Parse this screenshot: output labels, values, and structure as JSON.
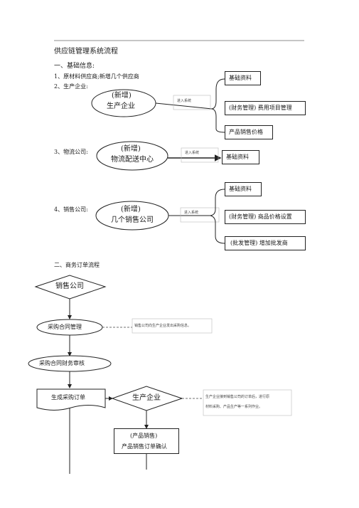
{
  "title": "供应链管理系统流程",
  "section1": {
    "heading": "一、基础信息:",
    "items": [
      "1、原材料供应商;新增几个供应商",
      "2、生产企业:",
      "3、物流公司:",
      "4、销售公司:"
    ]
  },
  "enterprise": {
    "ellipse_top": "(新增)",
    "ellipse_bottom": "生产企业",
    "arrow_label": "进入系统",
    "targets": [
      "基础资料",
      "(财务管理) 费用项目管理",
      "产品销售价格"
    ]
  },
  "logistics": {
    "ellipse_top": "(新增)",
    "ellipse_bottom": "物流配送中心",
    "arrow_label": "进入系统",
    "target": "基础资料"
  },
  "sales": {
    "ellipse_top": "(新增)",
    "ellipse_bottom": "几个销售公司",
    "arrow_label": "进入系统",
    "targets": [
      "基础资料",
      "(财务管理) 商品价格设置",
      "(批发管理) 增加批发商"
    ]
  },
  "section2": {
    "heading": "二、商务订单流程"
  },
  "flow": {
    "sales_company": "销售公司",
    "contract_mgmt": "采购合同管理",
    "contract_note": "销售公司向生产企业发出采购信息。",
    "finance_review": "采购合同财务审核",
    "generate_order": "生成采购订单",
    "producer": "生产企业",
    "producer_note_1": "生产企业接到销售公司的订单后，进行原",
    "producer_note_2": "材料采购、产品生产等一系列作业。",
    "confirm_top": "(产品销售)",
    "confirm_bottom": "产品销售订单确认"
  }
}
